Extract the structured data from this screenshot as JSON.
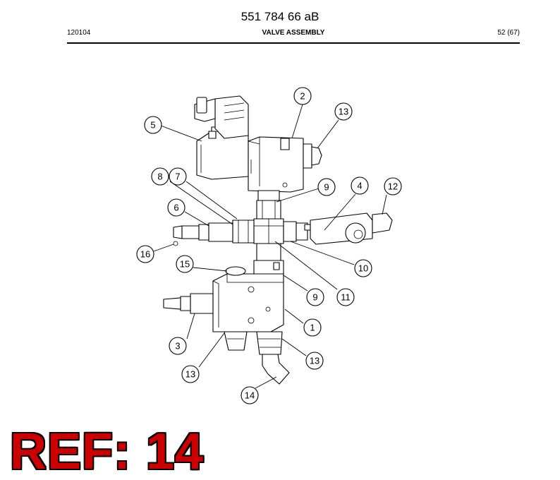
{
  "header": {
    "doc_number": "551 784 66 aB",
    "left_code": "120104",
    "title": "VALVE ASSEMBLY",
    "page": "52 (67)"
  },
  "callouts": [
    "1",
    "2",
    "3",
    "4",
    "5",
    "6",
    "7",
    "8",
    "9",
    "9",
    "10",
    "11",
    "12",
    "13",
    "13",
    "13",
    "14",
    "15",
    "16"
  ],
  "ref_label": "REF: 14"
}
